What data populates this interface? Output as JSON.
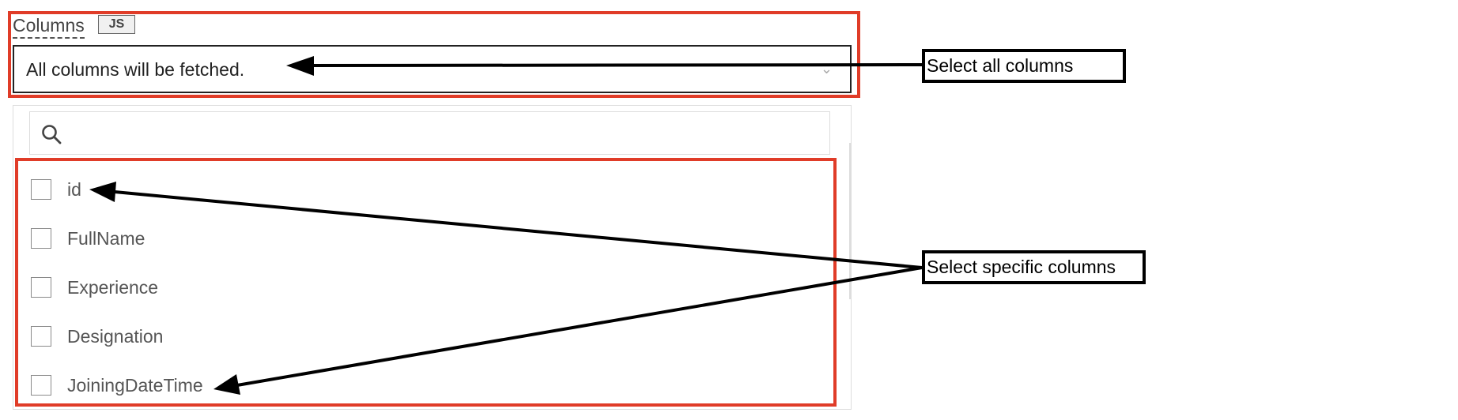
{
  "field": {
    "label": "Columns",
    "badge": "JS",
    "select_value": "All columns will be fetched."
  },
  "dropdown": {
    "search_placeholder": "",
    "options": [
      {
        "label": "id",
        "checked": false
      },
      {
        "label": "FullName",
        "checked": false
      },
      {
        "label": "Experience",
        "checked": false
      },
      {
        "label": "Designation",
        "checked": false
      },
      {
        "label": "JoiningDateTime",
        "checked": false
      }
    ]
  },
  "annotations": {
    "select_all": "Select all columns",
    "select_specific": "Select specific columns"
  },
  "colors": {
    "highlight": "#e03c28",
    "arrow": "#000000"
  }
}
